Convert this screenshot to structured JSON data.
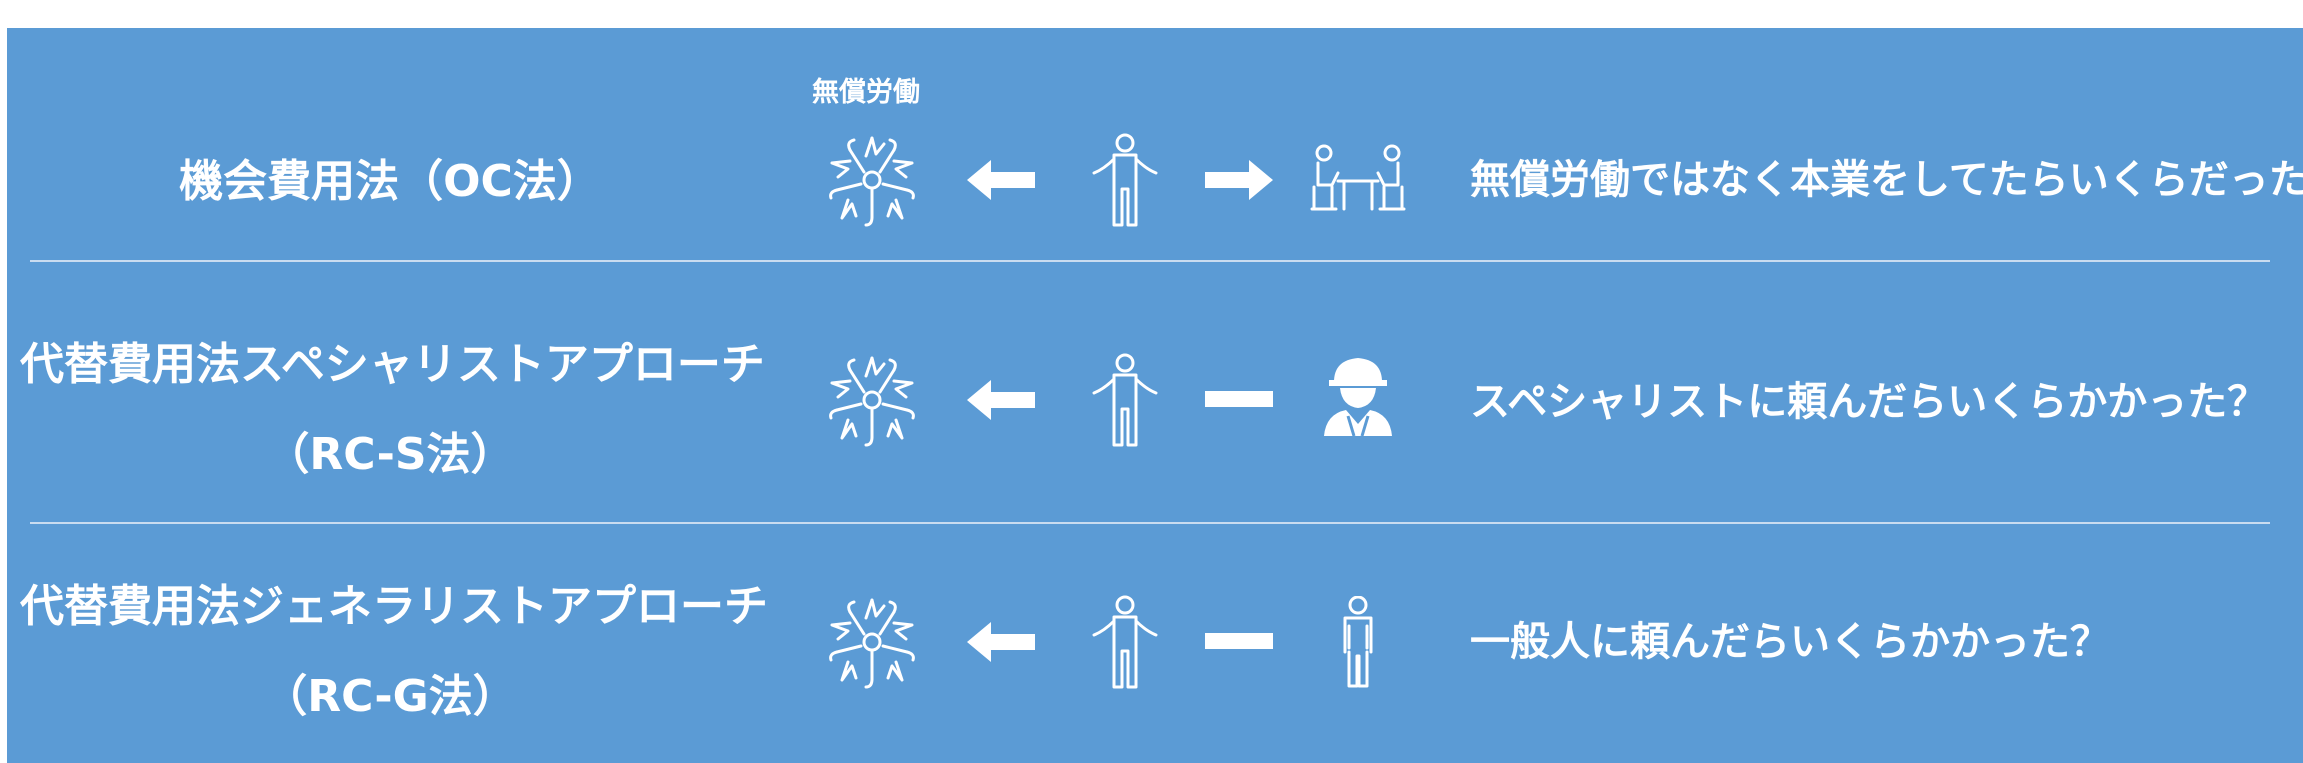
{
  "annotation": "無償労働",
  "rows": [
    {
      "method_line1": "機会費用法（OC法）",
      "method_line2": "",
      "question": "無償労働ではなく本業をしてたらいくらだった？",
      "left_icon": "hands-together-icon",
      "middle_icon": "person-shrugging-icon",
      "relation_icon": "arrow-right-icon",
      "right_icon": "office-meeting-icon"
    },
    {
      "method_line1": "代替費用法スペシャリストアプローチ",
      "method_line2": "（RC-S法）",
      "question": "スペシャリストに頼んだらいくらかかった？",
      "left_icon": "hands-together-icon",
      "middle_icon": "person-shrugging-icon",
      "relation_icon": "dash-icon",
      "right_icon": "construction-worker-icon"
    },
    {
      "method_line1": "代替費用法ジェネラリストアプローチ",
      "method_line2": "（RC-G法）",
      "question": "一般人に頼んだらいくらかかった？",
      "left_icon": "hands-together-icon",
      "middle_icon": "person-shrugging-icon",
      "relation_icon": "dash-icon",
      "right_icon": "person-standing-icon"
    }
  ],
  "colors": {
    "panel": "#5b9bd5",
    "divider": "#c9dcf0",
    "text": "#ffffff"
  }
}
